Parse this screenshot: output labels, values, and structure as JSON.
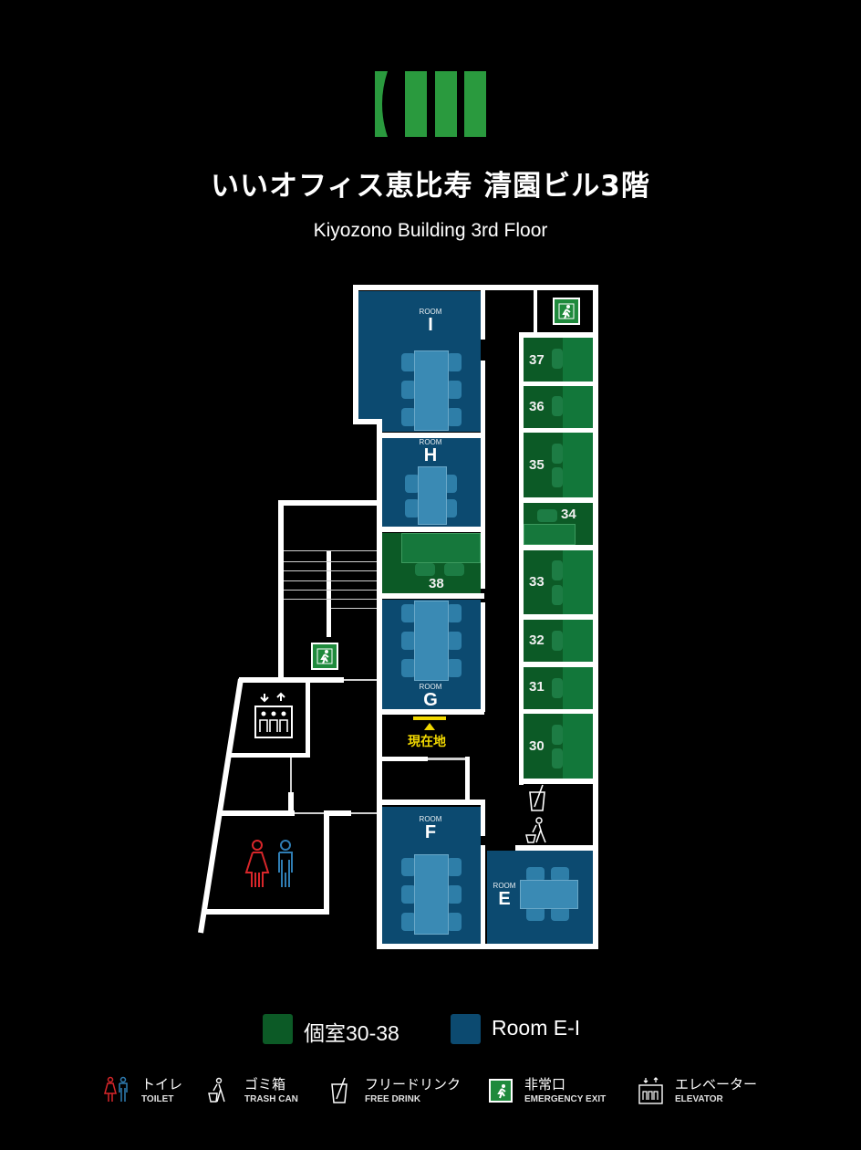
{
  "header": {
    "title": "いいオフィス恵比寿 清園ビル3階",
    "subtitle": "Kiyozono Building 3rd Floor",
    "logo_color": "#2a9a3e"
  },
  "colors": {
    "room_blue": "#0c4a70",
    "booth_green": "#0c5a26",
    "current_location": "#f1d800",
    "female": "#d8262a",
    "male": "#2f7db3"
  },
  "rooms": [
    {
      "tag": "ROOM",
      "letter": "I"
    },
    {
      "tag": "ROOM",
      "letter": "H"
    },
    {
      "tag": "ROOM",
      "letter": "G"
    },
    {
      "tag": "ROOM",
      "letter": "F"
    },
    {
      "tag": "ROOM",
      "letter": "E"
    }
  ],
  "booths": [
    "37",
    "36",
    "35",
    "34",
    "33",
    "32",
    "31",
    "30",
    "38"
  ],
  "current_location": "現在地",
  "legend": {
    "private": "個室30-38",
    "rooms": "Room E-I"
  },
  "key": [
    {
      "ja": "トイレ",
      "en": "TOILET",
      "icon": "toilet-icon"
    },
    {
      "ja": "ゴミ箱",
      "en": "TRASH CAN",
      "icon": "trash-can-icon"
    },
    {
      "ja": "フリードリンク",
      "en": "FREE DRINK",
      "icon": "free-drink-icon"
    },
    {
      "ja": "非常口",
      "en": "EMERGENCY EXIT",
      "icon": "emergency-exit-icon"
    },
    {
      "ja": "エレベーター",
      "en": "ELEVATOR",
      "icon": "elevator-icon"
    }
  ]
}
